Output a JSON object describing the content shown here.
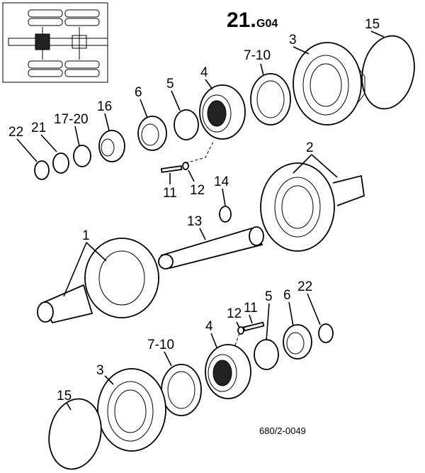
{
  "title": {
    "number": "21.",
    "suffix": "G04"
  },
  "reference": "680/2-0049",
  "callouts": [
    {
      "id": "c15a",
      "text": "15"
    },
    {
      "id": "c3a",
      "text": "3"
    },
    {
      "id": "c710a",
      "text": "7-10"
    },
    {
      "id": "c4a",
      "text": "4"
    },
    {
      "id": "c5a",
      "text": "5"
    },
    {
      "id": "c6a",
      "text": "6"
    },
    {
      "id": "c16",
      "text": "16"
    },
    {
      "id": "c1720",
      "text": "17-20"
    },
    {
      "id": "c21",
      "text": "21"
    },
    {
      "id": "c22a",
      "text": "22"
    },
    {
      "id": "c11a",
      "text": "11"
    },
    {
      "id": "c12a",
      "text": "12"
    },
    {
      "id": "c2",
      "text": "2"
    },
    {
      "id": "c14",
      "text": "14"
    },
    {
      "id": "c13",
      "text": "13"
    },
    {
      "id": "c1",
      "text": "1"
    },
    {
      "id": "c12b",
      "text": "12"
    },
    {
      "id": "c11b",
      "text": "11"
    },
    {
      "id": "c5b",
      "text": "5"
    },
    {
      "id": "c6b",
      "text": "6"
    },
    {
      "id": "c22b",
      "text": "22"
    },
    {
      "id": "c4b",
      "text": "4"
    },
    {
      "id": "c710b",
      "text": "7-10"
    },
    {
      "id": "c3b",
      "text": "3"
    },
    {
      "id": "c15b",
      "text": "15"
    }
  ]
}
